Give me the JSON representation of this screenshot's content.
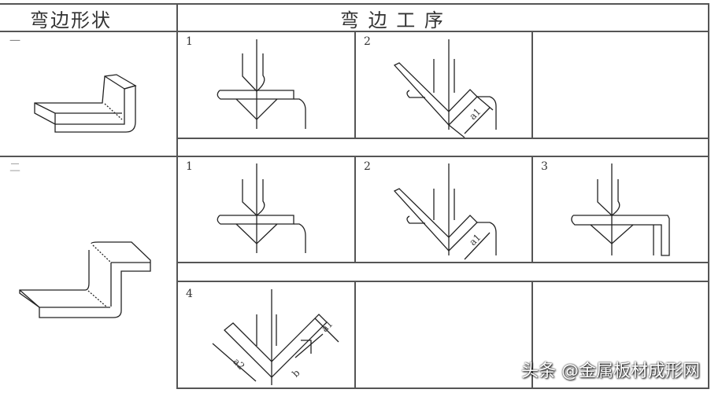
{
  "header": {
    "shape_title": "弯边形状",
    "process_title": "弯 边 工 序"
  },
  "rows": [
    {
      "label": "一",
      "steps": [
        "1",
        "2",
        ""
      ]
    },
    {
      "label": "二",
      "steps": [
        "1",
        "2",
        "3",
        "4",
        "",
        ""
      ]
    }
  ],
  "dimensions": {
    "a1": "a1",
    "a2": "a2",
    "b": "b"
  },
  "watermark": "头条 @金属板材成形网"
}
